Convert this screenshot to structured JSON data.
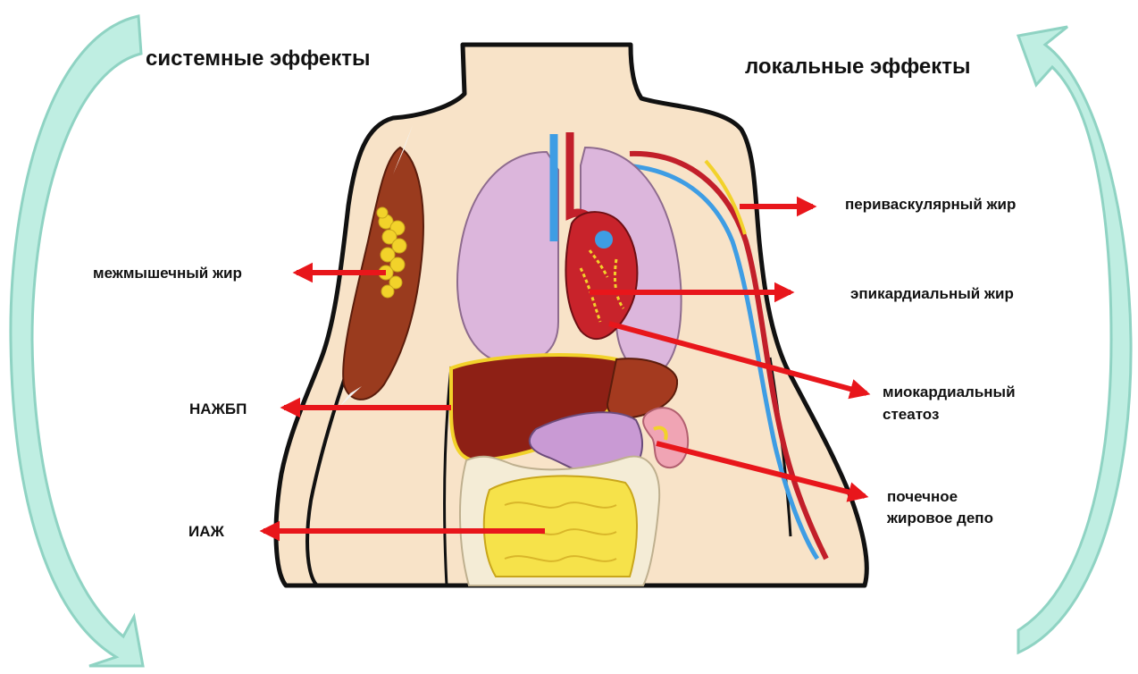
{
  "headings": {
    "systemic": "системные эффекты",
    "local": "локальные эффекты"
  },
  "labels": {
    "perivascular": "периваскулярный жир",
    "epicardial": "эпикардиальный жир",
    "myocardial_line1": "миокардиальный",
    "myocardial_line2": "стеатоз",
    "renal_line1": "почечное",
    "renal_line2": "жировое депо",
    "intermuscular": "межмышечный жир",
    "nafld": "НАЖБП",
    "vat": "ИАЖ"
  },
  "colors": {
    "pointer_arrow": "#e8161b",
    "cycle_arrow_fill": "#bfeee2",
    "cycle_arrow_stroke": "#8fd3c3",
    "skin": "#f8e3c8",
    "outline": "#111111",
    "lung": "#dcb6dc",
    "heart": "#c8232b",
    "liver": "#8e2015",
    "intestine": "#f6e24a",
    "colon": "#f4ecd6",
    "stomach": "#c99ad4",
    "kidney": "#f0a4b4",
    "vein": "#3e9de4",
    "artery": "#c21f2a",
    "fat": "#f2d22a",
    "muscle": "#9a3b1e"
  }
}
